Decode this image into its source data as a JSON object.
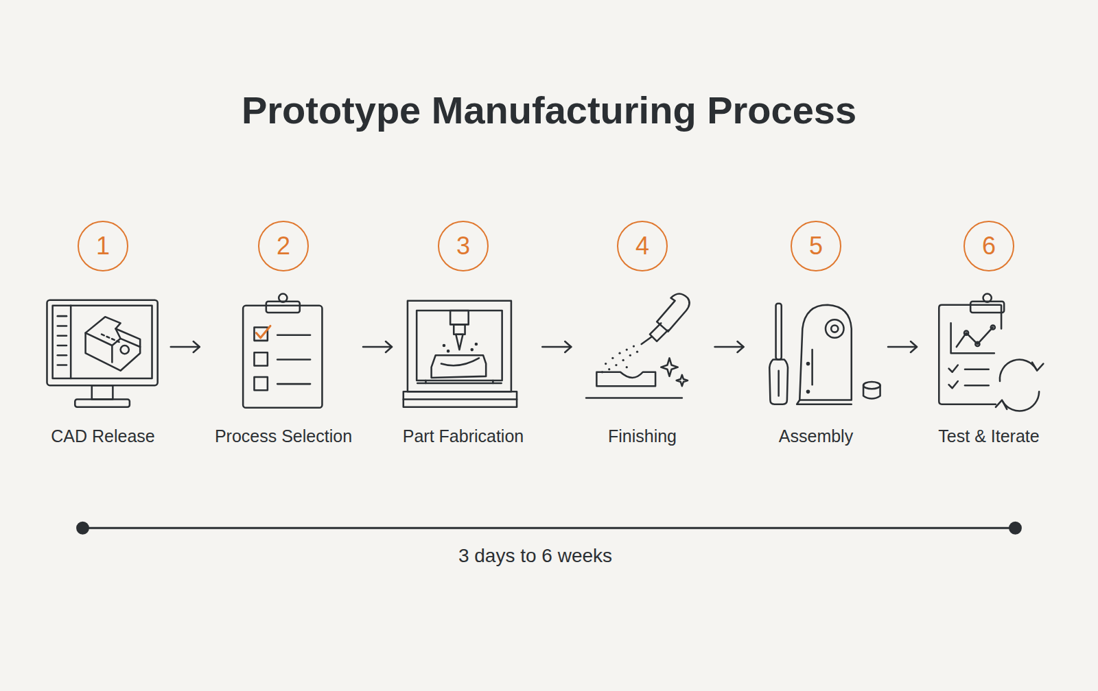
{
  "diagram": {
    "title": "Prototype Manufacturing Process",
    "caption": "3 days to 6 weeks",
    "nodes": [
      {
        "text": [
          "1",
          "CAD Release"
        ]
      },
      {
        "text": [
          "2",
          "Process Selection"
        ]
      },
      {
        "text": [
          "3",
          "Part Fabrication"
        ]
      },
      {
        "text": [
          "4",
          "Finishing"
        ]
      },
      {
        "text": [
          "5",
          "Assembly"
        ]
      },
      {
        "text": [
          "6",
          "Test & Iterate"
        ]
      }
    ],
    "edges": [
      {
        "from": 0,
        "to": 1,
        "arrow": "to"
      },
      {
        "from": 1,
        "to": 2,
        "arrow": "to"
      },
      {
        "from": 2,
        "to": 3,
        "arrow": "to"
      },
      {
        "from": 3,
        "to": 4,
        "arrow": "to"
      },
      {
        "from": 4,
        "to": 5,
        "arrow": "to"
      }
    ]
  }
}
